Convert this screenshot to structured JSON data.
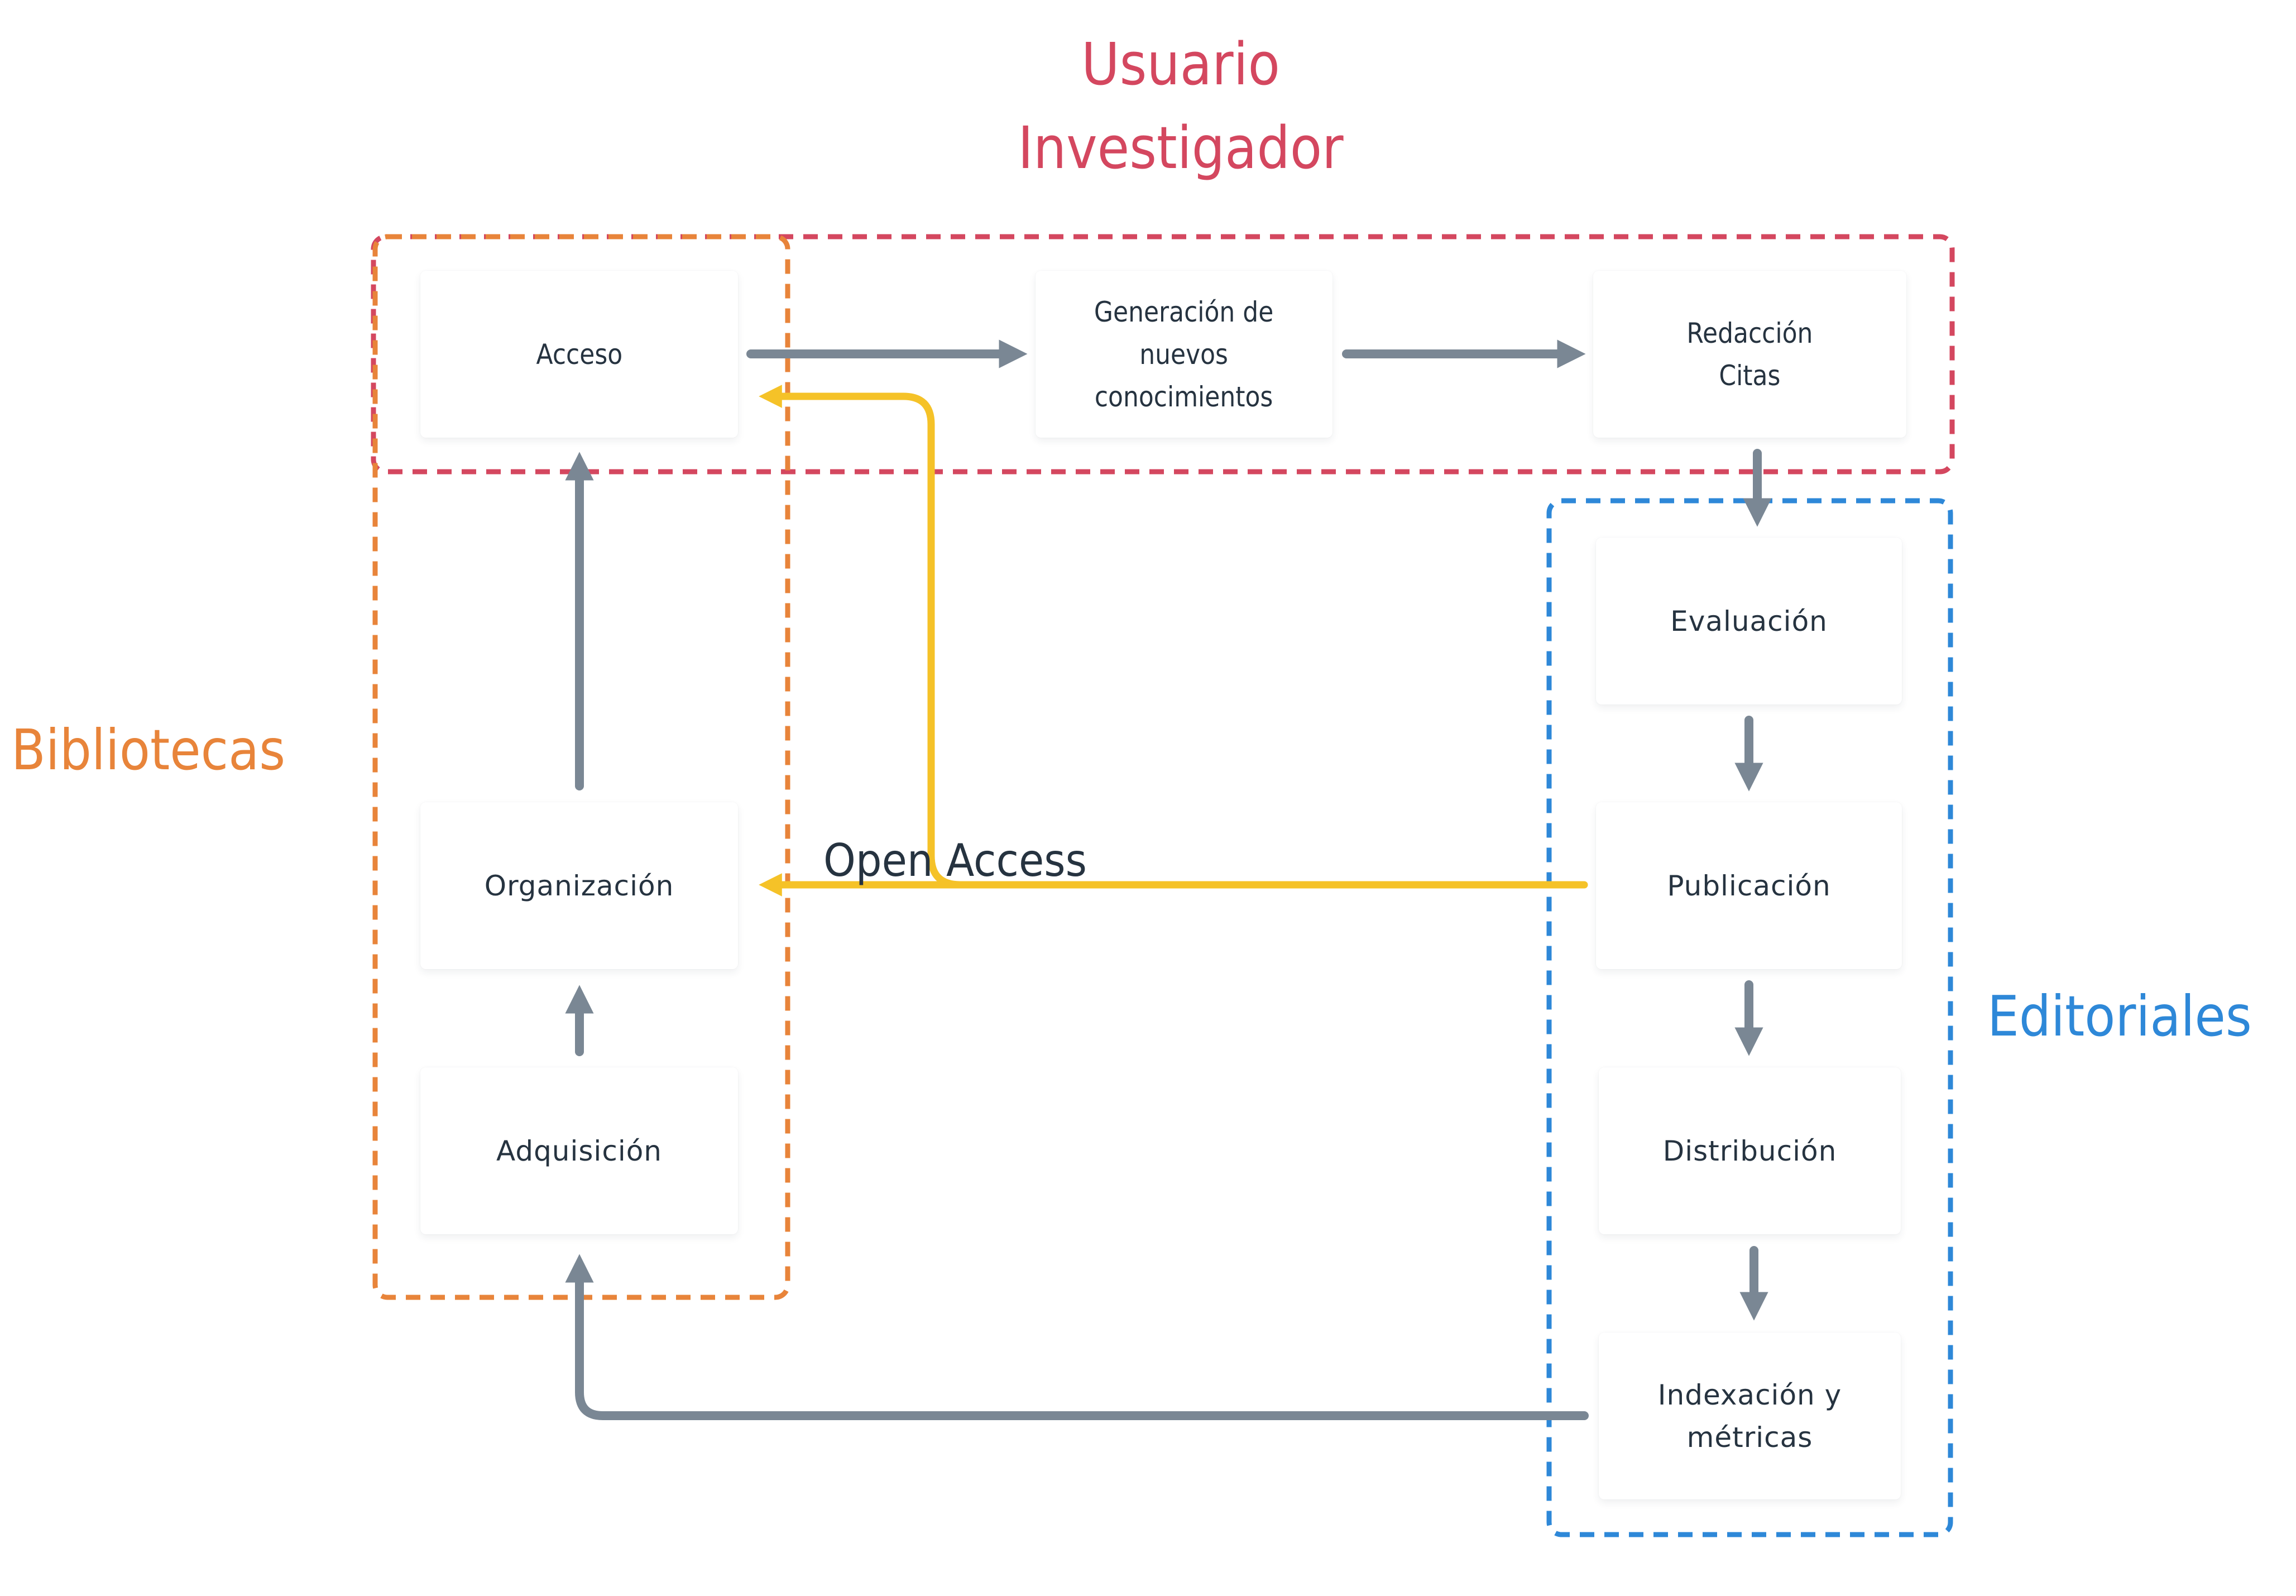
{
  "groups": {
    "usuario": {
      "title": "Usuario\nInvestigador",
      "color": "#d4475f"
    },
    "bibliotecas": {
      "title": "Bibliotecas",
      "color": "#e8843a"
    },
    "editoriales": {
      "title": "Editoriales",
      "color": "#2e88d8"
    }
  },
  "nodes": {
    "acceso": "Acceso",
    "generacion": "Generación de\nnuevos\nconocimientos",
    "redaccion": "Redacción\nCitas",
    "evaluacion": "Evaluación",
    "publicacion": "Publicación",
    "distribucion": "Distribución",
    "indexacion": "Indexación y\nmétricas",
    "organizacion": "Organización",
    "adquisicion": "Adquisición"
  },
  "edges": [
    {
      "from": "acceso",
      "to": "generacion",
      "color": "#7a8794"
    },
    {
      "from": "generacion",
      "to": "redaccion",
      "color": "#7a8794"
    },
    {
      "from": "redaccion",
      "to": "evaluacion",
      "color": "#7a8794"
    },
    {
      "from": "evaluacion",
      "to": "publicacion",
      "color": "#7a8794"
    },
    {
      "from": "publicacion",
      "to": "distribucion",
      "color": "#7a8794"
    },
    {
      "from": "distribucion",
      "to": "indexacion",
      "color": "#7a8794"
    },
    {
      "from": "indexacion",
      "to": "adquisicion",
      "color": "#7a8794"
    },
    {
      "from": "adquisicion",
      "to": "organizacion",
      "color": "#7a8794"
    },
    {
      "from": "organizacion",
      "to": "acceso",
      "color": "#7a8794"
    },
    {
      "from": "publicacion",
      "to": "organizacion",
      "color": "#f5c228",
      "label": "Open Access"
    },
    {
      "from": "publicacion",
      "to": "acceso",
      "color": "#f5c228"
    }
  ],
  "edge_label_open_access": "Open Access",
  "colors": {
    "arrow": "#7a8794",
    "open_access": "#f5c228",
    "text": "#263340"
  }
}
